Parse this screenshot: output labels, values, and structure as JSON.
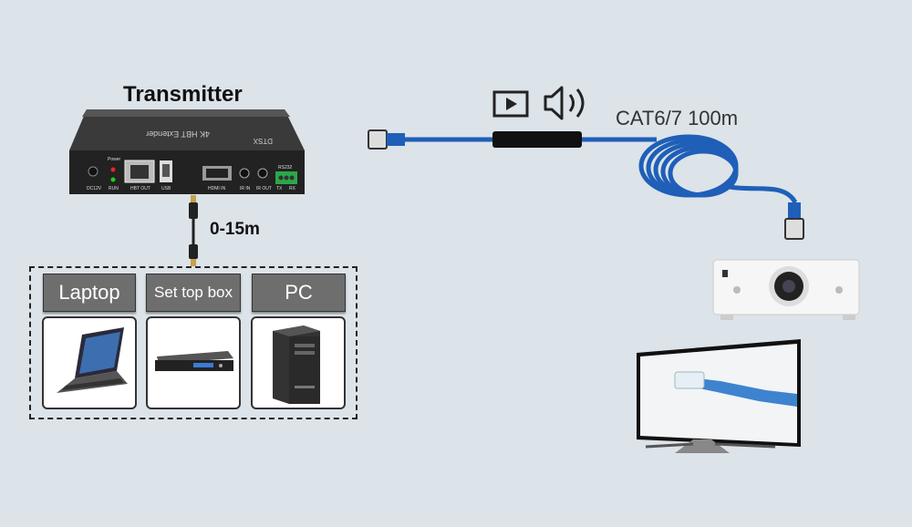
{
  "diagram": {
    "transmitter_label": "Transmitter",
    "hdmi_distance": "0-15m",
    "cable_label": "CAT6/7 100m",
    "device": {
      "model_text": "4K HBT Extender",
      "brand_text": "DTSX",
      "ports": [
        "DC12V",
        "RUN",
        "HBT OUT",
        "USB",
        "HDMI IN",
        "IR IN",
        "IR OUT",
        "RS232",
        "TX",
        "RX"
      ],
      "power_label": "Power"
    },
    "sources": [
      {
        "label": "Laptop"
      },
      {
        "label": "Set top box"
      },
      {
        "label": "PC"
      }
    ],
    "icons": [
      "video-play-icon",
      "speaker-icon"
    ],
    "colors": {
      "cable": "#1f5fb8",
      "background": "#dce3e9",
      "label_bg": "#6e6e6e"
    }
  }
}
